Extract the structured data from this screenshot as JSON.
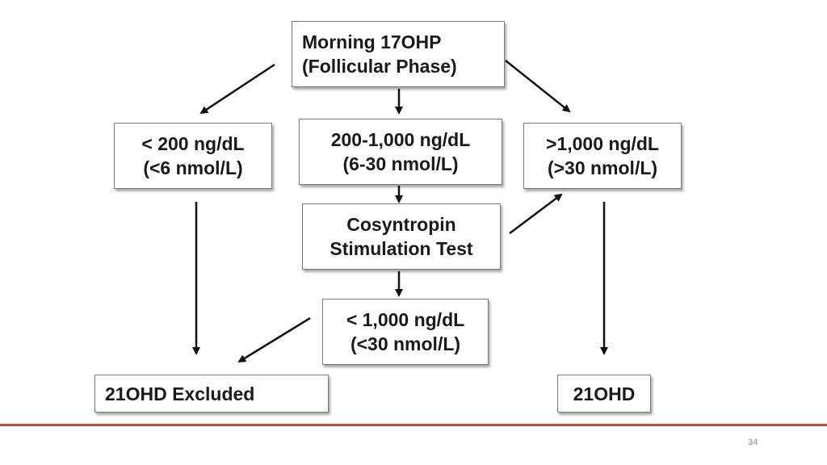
{
  "slide": {
    "page_number": "34",
    "accent_color": "#c0502d"
  },
  "flowchart": {
    "start": {
      "line1": "Morning 17OHP",
      "line2": "(Follicular Phase)"
    },
    "low": {
      "line1": "< 200 ng/dL",
      "line2": "(<6 nmol/L)"
    },
    "mid": {
      "line1": "200-1,000 ng/dL",
      "line2": "(6-30 nmol/L)"
    },
    "high": {
      "line1": ">1,000 ng/dL",
      "line2": "(>30 nmol/L)"
    },
    "stim": {
      "line1": "Cosyntropin",
      "line2": "Stimulation Test"
    },
    "post_low": {
      "line1": "< 1,000 ng/dL",
      "line2": "(<30 nmol/L)"
    },
    "excluded": {
      "label": "21OHD Excluded"
    },
    "positive": {
      "label": "21OHD"
    }
  }
}
